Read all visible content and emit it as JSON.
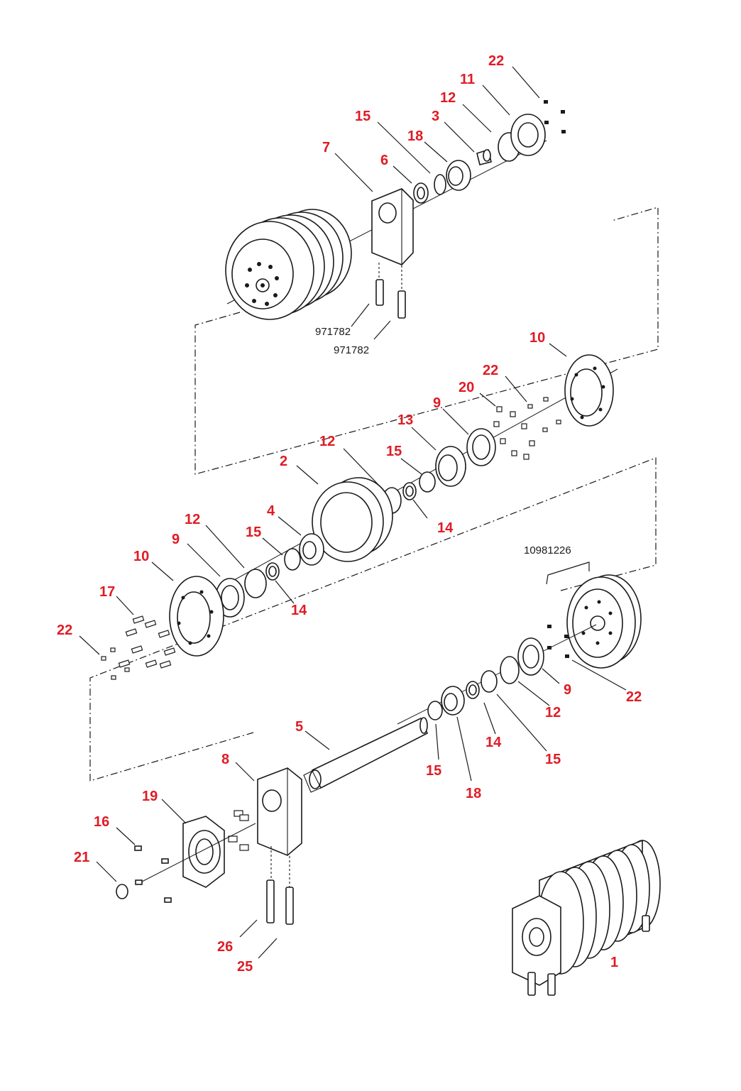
{
  "accent_color": "#e01b24",
  "callouts": {
    "c22_top": "22",
    "c11": "11",
    "c12_top": "12",
    "c3": "3",
    "c15_top": "15",
    "c18_top": "18",
    "c7": "7",
    "c6": "6",
    "c10_upper": "10",
    "c22_mid": "22",
    "c20": "20",
    "c9_mid": "9",
    "c13": "13",
    "c12_mid": "12",
    "c15_mid": "15",
    "c2": "2",
    "c14_mid": "14",
    "c4": "4",
    "c12_left": "12",
    "c15_left": "15",
    "c9_left": "9",
    "c10_left": "10",
    "c14_left": "14",
    "c17": "17",
    "c22_left": "22",
    "c9_right": "9",
    "c22_right": "22",
    "c12_right": "12",
    "c14_right": "14",
    "c15_right": "15",
    "c5": "5",
    "c15_low": "15",
    "c18_low": "18",
    "c8": "8",
    "c19": "19",
    "c16": "16",
    "c21": "21",
    "c26": "26",
    "c25": "25",
    "c1": "1"
  },
  "part_numbers": {
    "bolt_a": "971782",
    "bolt_b": "971782",
    "pulley_assembly": "10981226"
  }
}
